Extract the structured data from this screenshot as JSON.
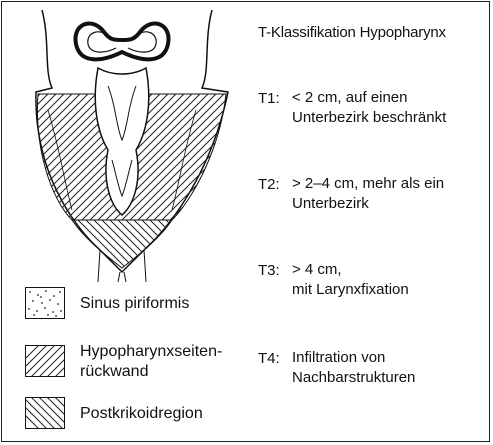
{
  "title": "T-Klassifikation Hypopharynx",
  "classes": [
    {
      "code": "T1:",
      "text": "< 2 cm, auf einen\nUnterbezirk beschränkt"
    },
    {
      "code": "T2:",
      "text": "> 2–4 cm, mehr als ein\nUnterbezirk"
    },
    {
      "code": "T3:",
      "text": "> 4 cm,\nmit Larynxfixation"
    },
    {
      "code": "T4:",
      "text": "Infiltration von\nNachbarstrukturen"
    }
  ],
  "legend": [
    {
      "label": "Sinus piriformis",
      "pattern": "dots"
    },
    {
      "label": "Hypopharynxseiten-\nrückwand",
      "pattern": "diagonal-up"
    },
    {
      "label": "Postkrikoidregion",
      "pattern": "diagonal-down"
    }
  ]
}
